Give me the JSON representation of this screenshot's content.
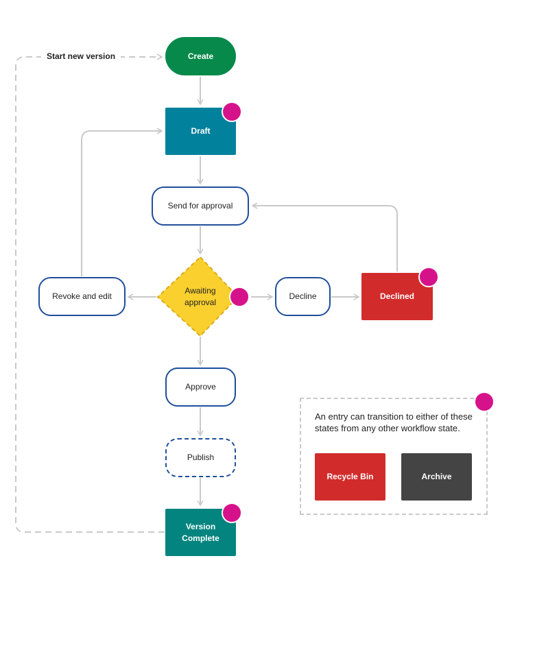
{
  "colors": {
    "create": "#06894a",
    "draft": "#02819d",
    "awaiting": "#f9d02e",
    "declined": "#d22b2b",
    "version_complete": "#03847e",
    "recycle_bin": "#d22b2b",
    "archive": "#444444",
    "outline": "#1f4e9a",
    "marker": "#d6128a",
    "connector": "#c9c9c9"
  },
  "nodes": {
    "create": "Create",
    "draft": "Draft",
    "send_for_approval": "Send for approval",
    "awaiting_approval_line1": "Awaiting",
    "awaiting_approval_line2": "approval",
    "revoke_and_edit": "Revoke and edit",
    "decline": "Decline",
    "declined": "Declined",
    "approve": "Approve",
    "publish": "Publish",
    "version_complete_line1": "Version",
    "version_complete_line2": "Complete"
  },
  "edge_labels": {
    "start_new_version": "Start new version"
  },
  "note": {
    "text": "An entry can transition to either of these states from any other workflow state.",
    "recycle_bin": "Recycle Bin",
    "archive": "Archive"
  }
}
